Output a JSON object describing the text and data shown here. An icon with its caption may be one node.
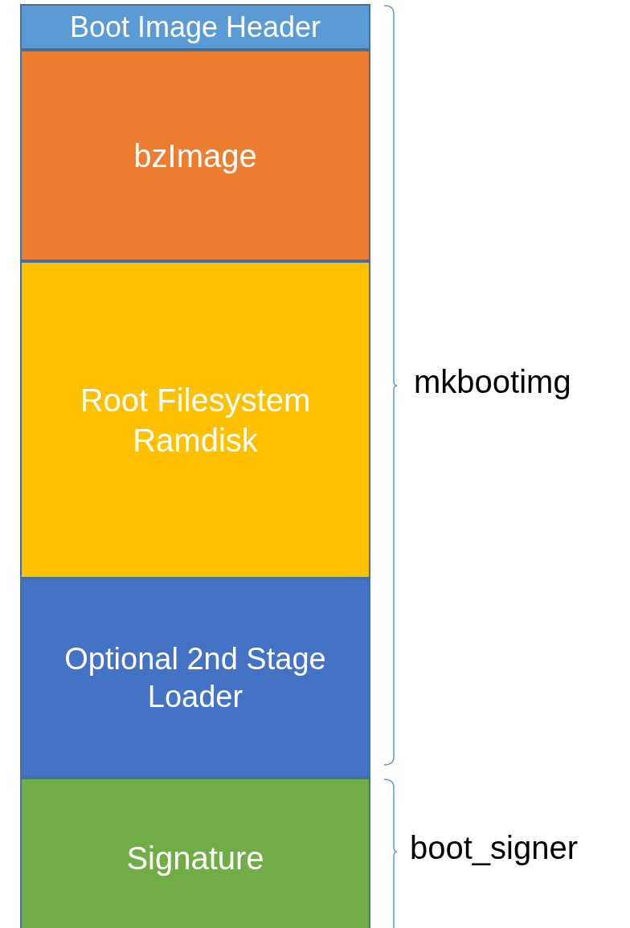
{
  "diagram": {
    "nodes": [
      {
        "text": [
          "Boot Image Header"
        ]
      },
      {
        "text": [
          "bzImage"
        ]
      },
      {
        "text": [
          "Root Filesystem Ramdisk"
        ]
      },
      {
        "text": [
          "Optional 2nd Stage Loader"
        ]
      },
      {
        "text": [
          "Signature"
        ]
      }
    ],
    "labels": [
      "mkbootimg",
      "boot_signer"
    ]
  }
}
